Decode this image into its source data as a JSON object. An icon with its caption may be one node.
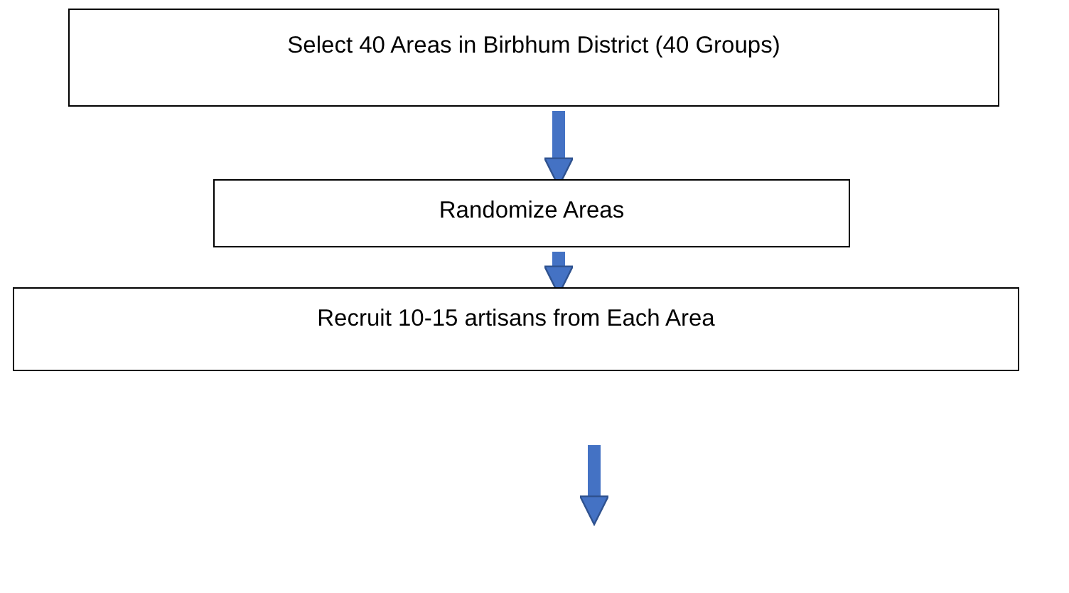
{
  "diagram": {
    "nodes": [
      {
        "text": [
          "Select 40 Areas in Birbhum District (40 Groups)"
        ]
      },
      {
        "text": [
          "Randomize Areas"
        ]
      },
      {
        "text": [
          "Recruit 10-15 artisans from Each Area"
        ]
      }
    ],
    "edges": [
      {
        "from": 0,
        "to": 1,
        "arrow": "to"
      },
      {
        "from": 1,
        "to": 2,
        "arrow": "to"
      }
    ]
  }
}
